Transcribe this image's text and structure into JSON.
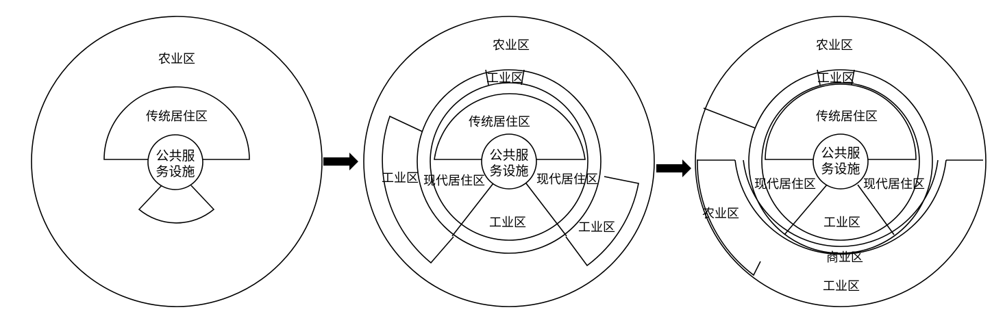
{
  "stages": [
    {
      "agri_label": "农业区",
      "traditional_label": "传统居住区",
      "center_line1": "公共服",
      "center_line2": "务设施"
    },
    {
      "agri_label": "农业区",
      "industrial_top_label": "工业区",
      "traditional_label": "传统居住区",
      "center_line1": "公共服",
      "center_line2": "务设施",
      "modern_left_label": "现代居住区",
      "modern_right_label": "现代居住区",
      "industrial_left_label": "工业区",
      "industrial_bottom_label": "工业区",
      "industrial_right_label": "工业区"
    },
    {
      "agri_top_label": "农业区",
      "industrial_top_label": "工业区",
      "traditional_label": "传统居住区",
      "center_line1": "公共服",
      "center_line2": "务设施",
      "modern_left_label": "现代居住区",
      "modern_right_label": "现代居住区",
      "industrial_bottom_label": "工业区",
      "commercial_label": "商业区",
      "agri_left_label": "农业区",
      "industrial_outer_label": "工业区"
    }
  ],
  "arrows": [
    "arrow-1",
    "arrow-2"
  ]
}
